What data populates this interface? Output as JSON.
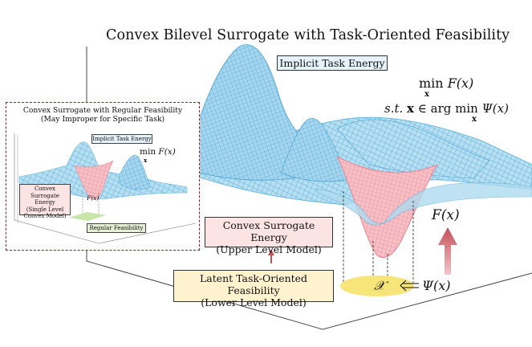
{
  "title": "Convex Bilevel Surrogate with Task-Oriented Feasibility",
  "implicit_energy_label": "Implicit Task Energy",
  "objective": {
    "min": "min",
    "fx": "F(x)",
    "sub_x": "x",
    "st": "s.t.",
    "x": "x",
    "in": "∈",
    "argmin": "arg min",
    "psi": "Ψ(x)"
  },
  "fx_side_label": "F(x)",
  "convex_surrogate": {
    "line1": "Convex Surrogate Energy",
    "line2": "(Upper Level Model)"
  },
  "latent_feasibility": {
    "line1": "Latent Task-Oriented Feasibility",
    "line2": "(Lower Level Model)"
  },
  "feasible_set_symbol": "𝒳",
  "psi_label": "Ψ(x)",
  "inset": {
    "title_line1": "Convex Surrogate with Regular Feasibility",
    "title_line2": "(May Improper for Specific Task)",
    "implicit_energy_label": "Implicit Task Energy",
    "min": "min",
    "fx": "F(x)",
    "sub_x": "x",
    "surrogate_line1": "Convex",
    "surrogate_line2": "Surrogate Energy",
    "surrogate_line3": "(Single Level",
    "surrogate_line4": "Convex Model)",
    "fx_small": "F(x)",
    "regular_feasibility": "Regular Feasibility"
  },
  "colors": {
    "blue_mesh": "#5aaed8",
    "blue_fill": "#a9d8ef",
    "pink_mesh": "#e07a86",
    "pink_fill": "#f4b7bd",
    "surrogate_box": "#fce4e4",
    "feasibility_box": "#fff3cf",
    "ellipse": "#f7e57a",
    "arrow": "#c6525c",
    "inset_border": "#a01818",
    "regular_box": "#e6f0d4"
  }
}
